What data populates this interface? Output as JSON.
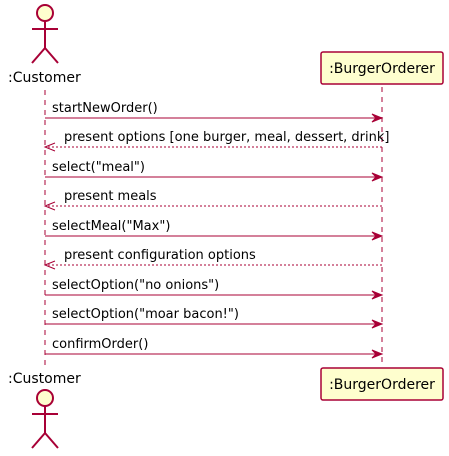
{
  "colors": {
    "line": "#A80036",
    "fill": "#FEFECE",
    "text": "#000000",
    "background": "#FFFFFF"
  },
  "participants": {
    "customer": {
      "label": ":Customer",
      "kind": "actor"
    },
    "burger": {
      "label": ":BurgerOrderer",
      "kind": "participant"
    }
  },
  "messages": [
    {
      "text": "startNewOrder()",
      "from": "customer",
      "to": "burger",
      "style": "solid"
    },
    {
      "text": "present options [one burger, meal, dessert, drink]",
      "from": "burger",
      "to": "customer",
      "style": "dashed"
    },
    {
      "text": "select(\"meal\")",
      "from": "customer",
      "to": "burger",
      "style": "solid"
    },
    {
      "text": "present meals",
      "from": "burger",
      "to": "customer",
      "style": "dashed"
    },
    {
      "text": "selectMeal(\"Max\")",
      "from": "customer",
      "to": "burger",
      "style": "solid"
    },
    {
      "text": "present configuration options",
      "from": "burger",
      "to": "customer",
      "style": "dashed"
    },
    {
      "text": "selectOption(\"no onions\")",
      "from": "customer",
      "to": "burger",
      "style": "solid"
    },
    {
      "text": "selectOption(\"moar bacon!\")",
      "from": "customer",
      "to": "burger",
      "style": "solid"
    },
    {
      "text": "confirmOrder()",
      "from": "customer",
      "to": "burger",
      "style": "solid"
    }
  ]
}
